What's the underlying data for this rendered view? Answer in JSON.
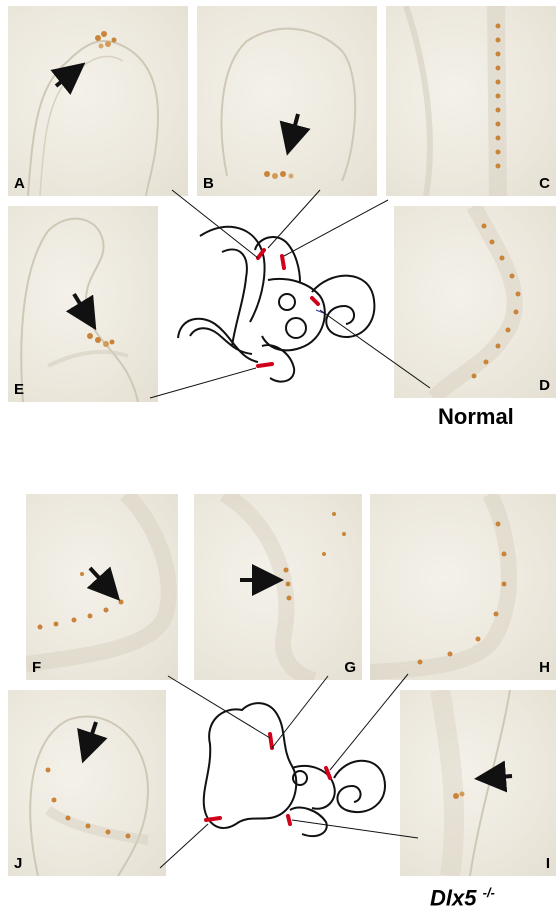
{
  "figure": {
    "normal_caption": "Normal",
    "mutant_gene": "Dlx5",
    "mutant_superscript": "-/-"
  },
  "panels": {
    "A": "A",
    "B": "B",
    "C": "C",
    "D": "D",
    "E": "E",
    "F": "F",
    "G": "G",
    "H": "H",
    "I": "I",
    "J": "J"
  },
  "colors": {
    "stain": "#c9843a",
    "diagram_mark": "#d0021b",
    "arrow": "#111111"
  }
}
